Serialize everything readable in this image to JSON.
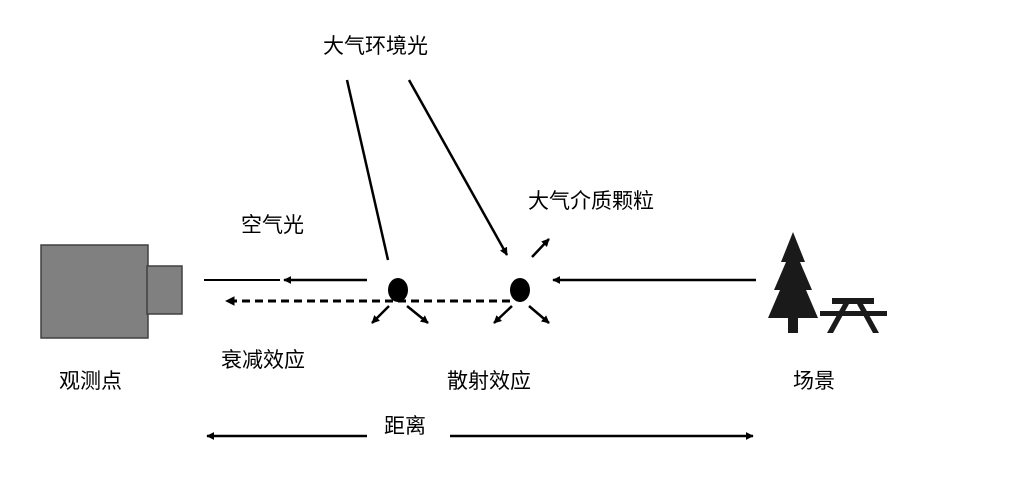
{
  "labels": {
    "ambient_light": "大气环境光",
    "particles": "大气介质颗粒",
    "airlight": "空气光",
    "attenuation": "衰减效应",
    "observer": "观测点",
    "scattering": "散射效应",
    "scene": "场景",
    "distance": "距离"
  },
  "colors": {
    "camera_body": "#808080",
    "camera_border": "#404040",
    "ink": "#000000",
    "scene": "#1a1a1a"
  }
}
